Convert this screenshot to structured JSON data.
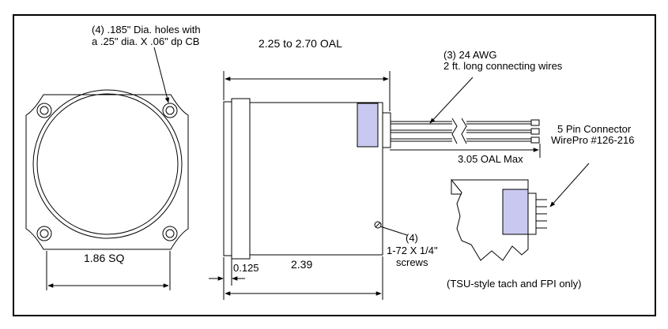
{
  "labels": {
    "holes_line1": "(4) .185\" Dia. holes with",
    "holes_line2": "a .25\" dia. X .06\" dp CB",
    "oal": "2.25 to 2.70 OAL",
    "wires_line1": "(3) 24 AWG",
    "wires_line2": "2 ft. long connecting wires",
    "connector_line1": "5 Pin Connector",
    "connector_line2": "WirePro #126-216",
    "oal_max": "3.05 OAL Max",
    "sq": "1.86 SQ",
    "thickness": "0.125",
    "body_length": "2.39",
    "screws_line1": "(4)",
    "screws_line2": "1-72 X 1/4\"",
    "screws_line3": "screws",
    "note": "(TSU-style tach and FPI only)"
  },
  "colors": {
    "frame": "#000000",
    "connector_fill": "#c8c8f0",
    "background": "#ffffff"
  }
}
